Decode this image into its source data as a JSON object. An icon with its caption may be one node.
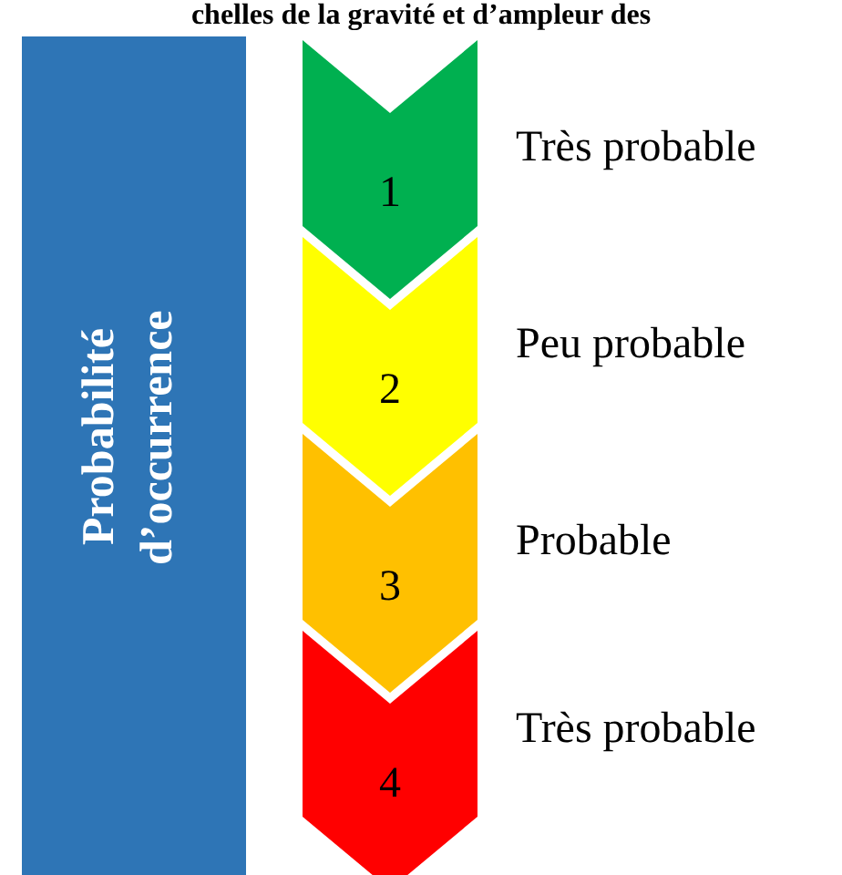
{
  "diagram": {
    "title": "chelles de la gravité et d’ampleur des",
    "nodes": [
      {
        "text": [
          "Probabilité d’occurrence"
        ]
      },
      {
        "text": [
          "1"
        ],
        "beside": [
          "Très probable"
        ]
      },
      {
        "text": [
          "2"
        ],
        "beside": [
          "Peu probable"
        ]
      },
      {
        "text": [
          "3"
        ],
        "beside": [
          "Probable"
        ]
      },
      {
        "text": [
          "4"
        ],
        "beside": [
          "Très probable"
        ]
      }
    ]
  }
}
